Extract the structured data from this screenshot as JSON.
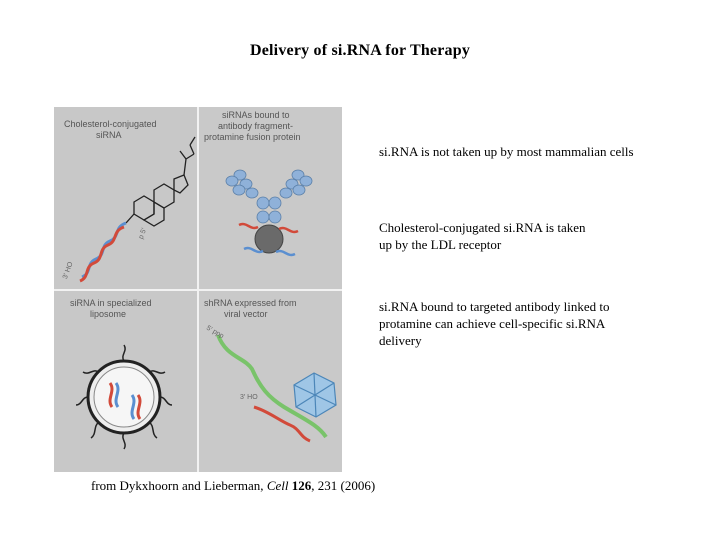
{
  "title": "Delivery of si.RNA for Therapy",
  "figure": {
    "panels": [
      {
        "label_line1": "Cholesterol-conjugated",
        "label_line2": "siRNA"
      },
      {
        "label_line1": "siRNAs bound to",
        "label_line2": "antibody fragment-",
        "label_line3": "protamine fusion protein"
      },
      {
        "label_line1": "siRNA in specialized",
        "label_line2": "liposome"
      },
      {
        "label_line1": "shRNA expressed from",
        "label_line2": "viral vector"
      }
    ],
    "end_labels": {
      "three_prime_ho": "3′ HO",
      "five_prime_p": "p 5′",
      "three_prime_ho_viral": "3′ HO",
      "five_prime_ppp": "5′ ppp"
    }
  },
  "notes": [
    "si.RNA is not taken up by most mammalian cells",
    "Cholesterol-conjugated si.RNA is taken up by the LDL receptor",
    "si.RNA bound to targeted antibody linked to protamine can achieve cell-specific si.RNA delivery"
  ],
  "citation": {
    "prefix": "from Dykxhoorn and Lieberman, ",
    "journal": "Cell",
    "volume": "126",
    "pages": ", 231 (2006)"
  }
}
